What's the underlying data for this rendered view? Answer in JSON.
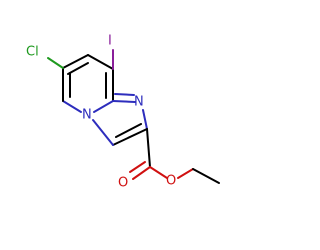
{
  "molecule": {
    "atoms": [
      {
        "id": "cl",
        "label": "Cl",
        "color": "#1f9a1f"
      },
      {
        "id": "i",
        "label": "I",
        "color": "#8a1f9a"
      },
      {
        "id": "n1",
        "label": "N",
        "color": "#2d2dbd"
      },
      {
        "id": "n2",
        "label": "N",
        "color": "#2d2dbd"
      },
      {
        "id": "o1",
        "label": "O",
        "color": "#d01010"
      },
      {
        "id": "o2",
        "label": "O",
        "color": "#d01010"
      }
    ],
    "bond_color": "#000000"
  }
}
